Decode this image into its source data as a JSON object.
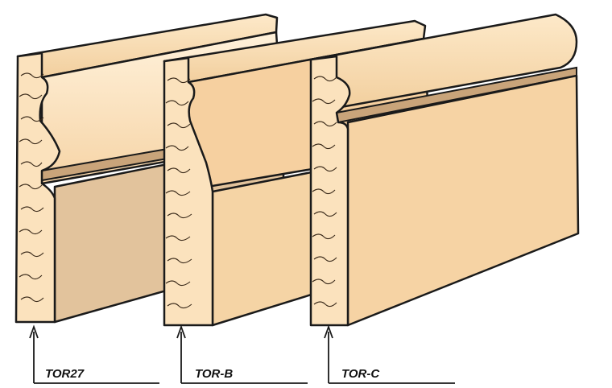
{
  "profiles": [
    {
      "id": "tor27",
      "label": "TOR27"
    },
    {
      "id": "tor-b",
      "label": "TOR-B"
    },
    {
      "id": "tor-c",
      "label": "TOR-C"
    }
  ],
  "colors": {
    "outline": "#1a1a1a",
    "wood_light": "#fbe2bd",
    "wood_mid": "#f5d4a5",
    "wood_shadow": "#e3c39c",
    "groove": "#c9a47a",
    "grain": "#3a2a1a"
  }
}
